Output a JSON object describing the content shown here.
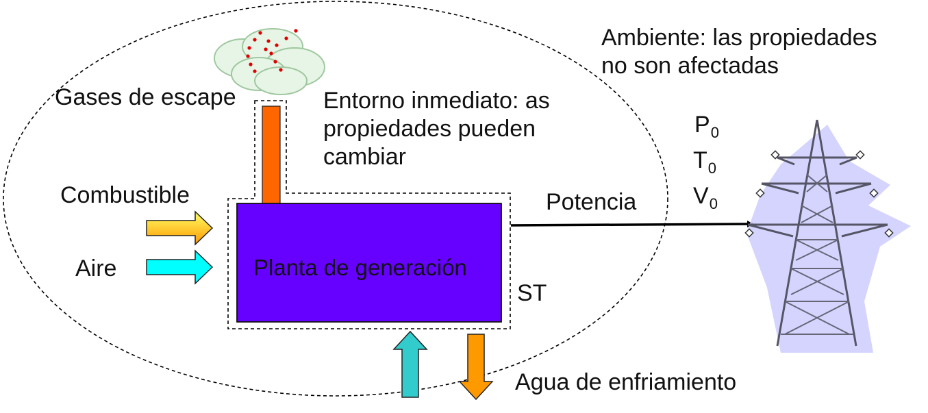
{
  "labels": {
    "environment_line1": "Ambiente: las propiedades",
    "environment_line2": "no son afectadas",
    "exhaust": "Gases de escape",
    "surroundings_line1": "Entorno inmediato: as",
    "surroundings_line2": "propiedades pueden",
    "surroundings_line3": "cambiar",
    "fuel": "Combustible",
    "air": "Aire",
    "plant": "Planta de generación",
    "power": "Potencia",
    "system": "ST",
    "cooling_water": "Agua de enfriamiento",
    "p_var": "P",
    "t_var": "T",
    "v_var": "V",
    "subscript": "0"
  },
  "colors": {
    "plant_fill": "#6600ff",
    "chimney": "#ff6600",
    "fuel_arrow_top": "#ffff66",
    "fuel_arrow_bottom": "#ff9900",
    "air_arrow": "#00ffff",
    "water_in_arrow": "#33cccc",
    "water_out_arrow": "#ff9900",
    "smoke_cloud": "#e6f5e6",
    "smoke_dots": "#e00000",
    "tower_shadow": "#ccccff",
    "tower_steel": "#8a8a9a"
  },
  "icons": {
    "smoke": "smoke-cloud-icon",
    "tower": "transmission-tower-icon"
  }
}
